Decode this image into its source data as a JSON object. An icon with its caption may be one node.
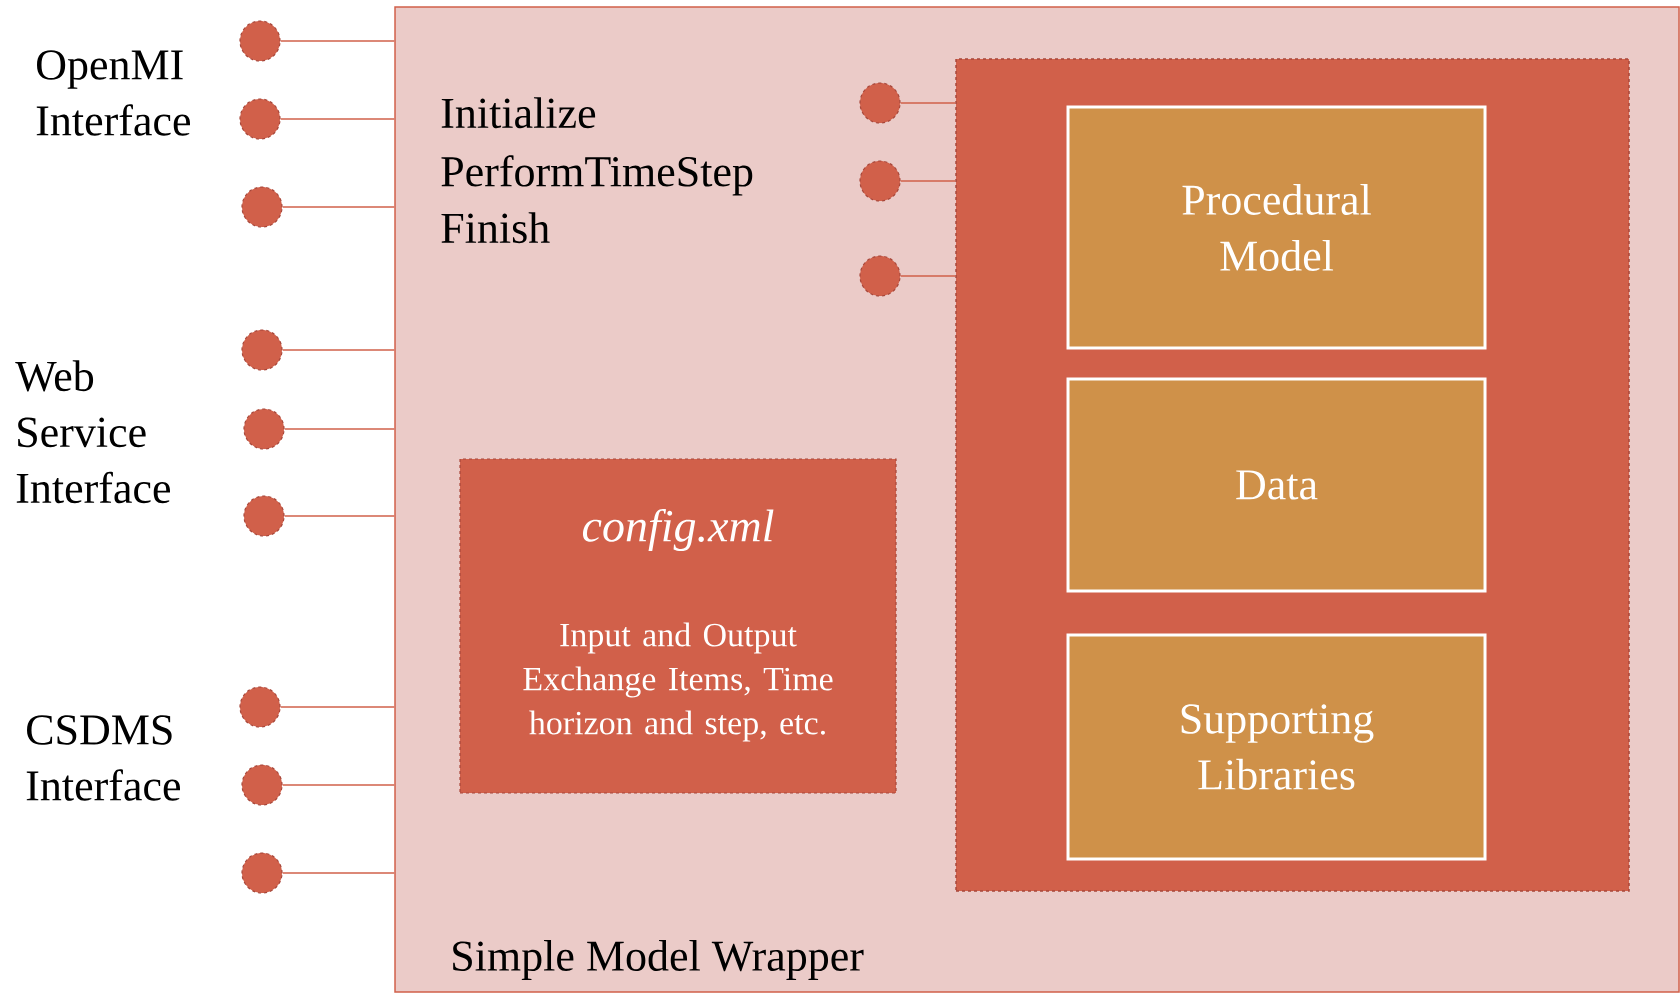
{
  "diagram": {
    "nodes": [
      {
        "text": [
          "Simple Model Wrapper"
        ]
      },
      {
        "text": [],
        "shape": "circle",
        "in": 0
      },
      {
        "text": [],
        "shape": "circle",
        "in": 0
      },
      {
        "text": [],
        "shape": "circle",
        "in": 0
      },
      {
        "text": [],
        "shape": "box",
        "in": 0
      },
      {
        "text": [
          "Procedural Model"
        ],
        "in": 4
      },
      {
        "text": [
          "Data"
        ],
        "in": 4
      },
      {
        "text": [
          "Supporting Libraries"
        ],
        "in": 4
      },
      {
        "text": [
          "config.xml",
          "Input and Output Exchange Items, Time horizon and step, etc."
        ],
        "in": 0
      },
      {
        "text": [],
        "shape": "circle"
      },
      {
        "text": [],
        "shape": "circle"
      },
      {
        "text": [],
        "shape": "circle"
      },
      {
        "text": [],
        "shape": "circle"
      },
      {
        "text": [],
        "shape": "circle"
      },
      {
        "text": [],
        "shape": "circle"
      },
      {
        "text": [],
        "shape": "circle"
      },
      {
        "text": [],
        "shape": "circle"
      },
      {
        "text": [],
        "shape": "circle"
      }
    ],
    "edges": [
      {
        "from": 9,
        "to": 0,
        "arrow": "none"
      },
      {
        "from": 10,
        "to": 0,
        "arrow": "none"
      },
      {
        "from": 11,
        "to": 0,
        "arrow": "none"
      },
      {
        "from": 12,
        "to": 0,
        "arrow": "none"
      },
      {
        "from": 13,
        "to": 0,
        "arrow": "none"
      },
      {
        "from": 14,
        "to": 0,
        "arrow": "none"
      },
      {
        "from": 15,
        "to": 0,
        "arrow": "none"
      },
      {
        "from": 16,
        "to": 0,
        "arrow": "none"
      },
      {
        "from": 17,
        "to": 0,
        "arrow": "none"
      },
      {
        "from": 1,
        "to": 4,
        "arrow": "none"
      },
      {
        "from": 2,
        "to": 4,
        "arrow": "none"
      },
      {
        "from": 3,
        "to": 4,
        "arrow": "none"
      }
    ],
    "labels": [
      "OpenMI Interface",
      "Initialize",
      "PerformTimeStep",
      "Finish",
      "Web Service Interface",
      "CSDMS Interface"
    ]
  }
}
